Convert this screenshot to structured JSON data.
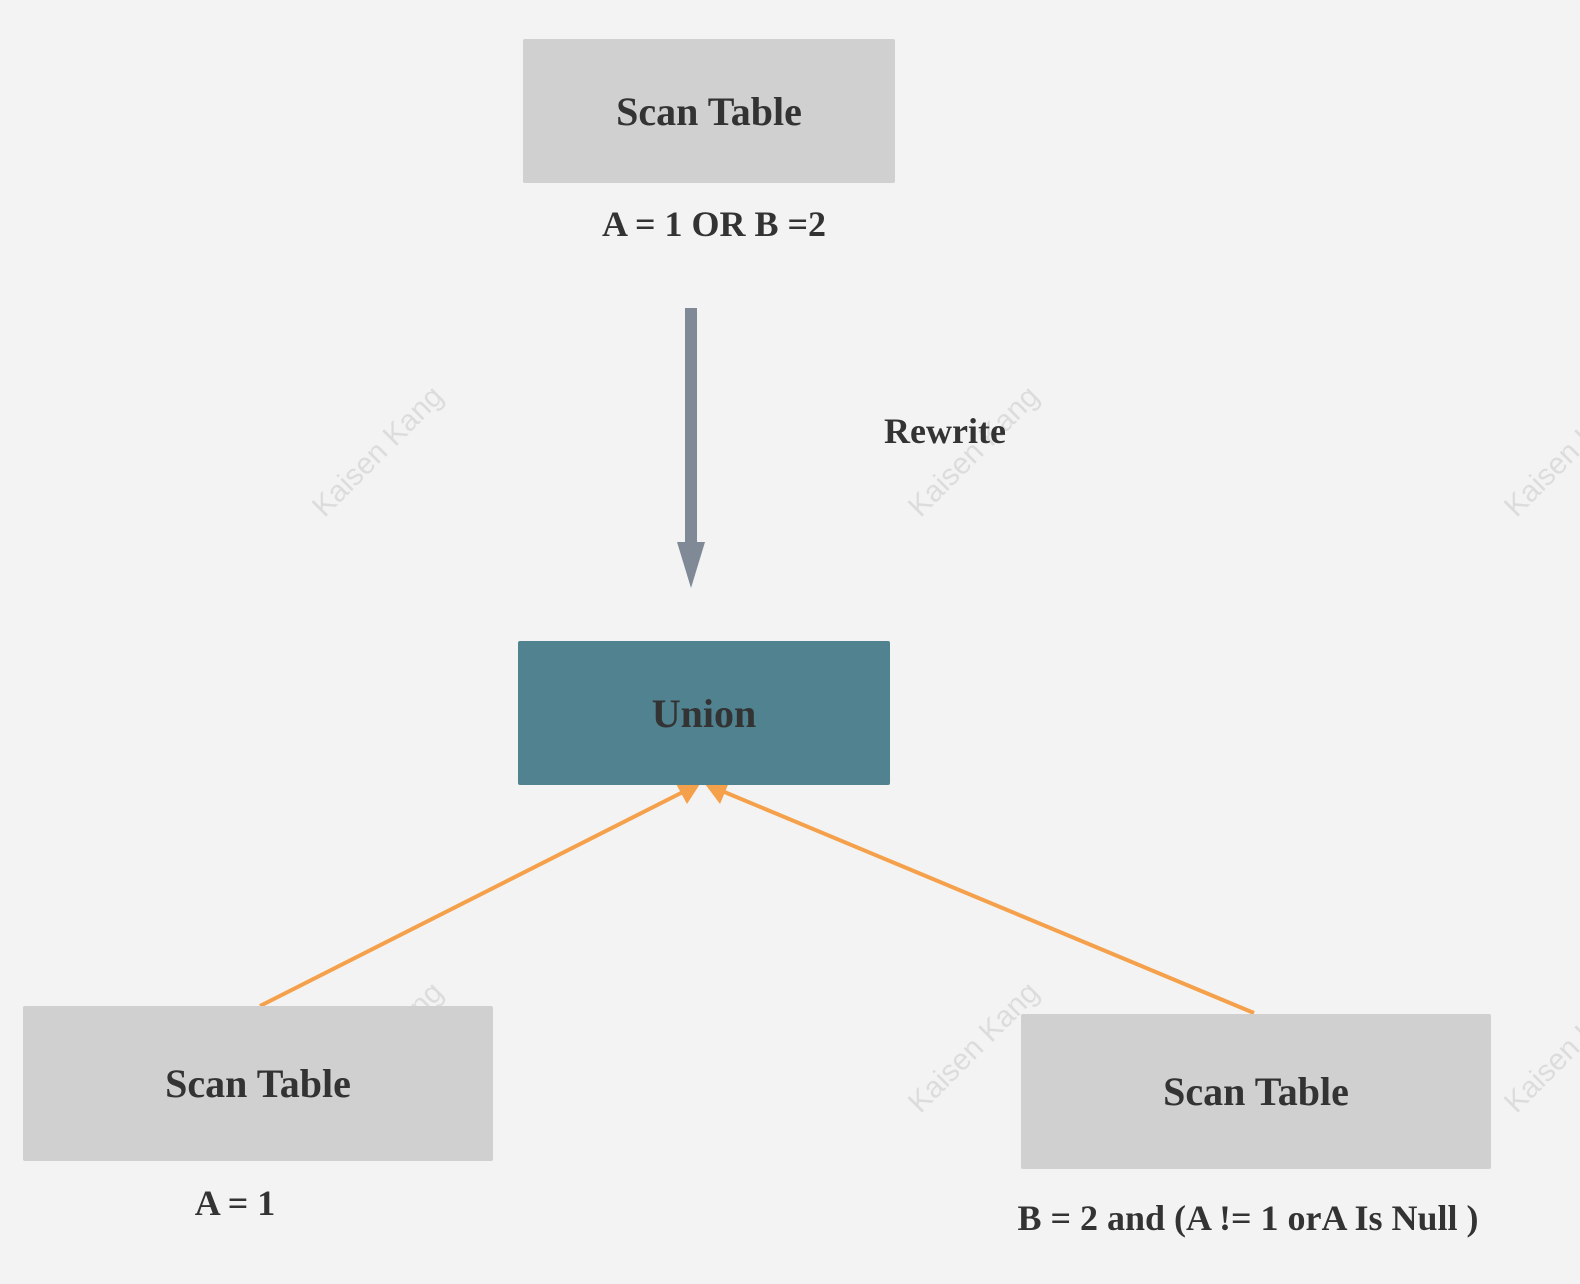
{
  "diagram": {
    "top_node": {
      "label": "Scan Table",
      "condition": "A = 1 OR B =2"
    },
    "rewrite_label": "Rewrite",
    "union_node": {
      "label": "Union"
    },
    "left_node": {
      "label": "Scan Table",
      "condition": "A = 1"
    },
    "right_node": {
      "label": "Scan Table",
      "condition": "B = 2 and (A != 1 orA Is Null )"
    }
  },
  "watermark": {
    "text": "Kaisen Kang"
  },
  "colors": {
    "background": "#f3f3f3",
    "scan_box": "#d0d0d0",
    "union_box": "#508290",
    "text": "#333333",
    "rewrite_arrow": "#7f8a96",
    "union_edges": "#f5a04a"
  }
}
